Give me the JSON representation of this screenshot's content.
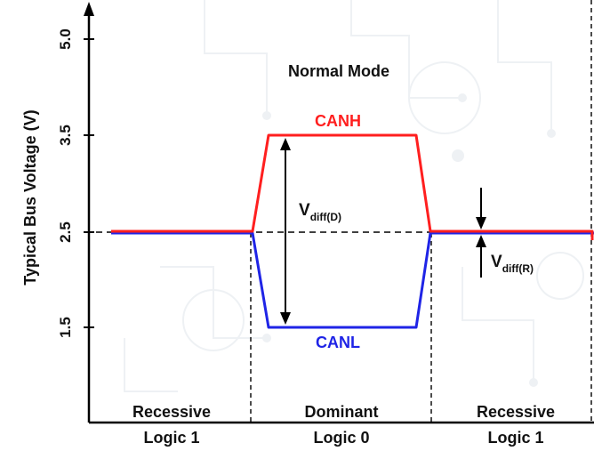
{
  "title": "Normal Mode",
  "y_axis_label": "Typical Bus Voltage (V)",
  "y_ticks": [
    "5.0",
    "3.5",
    "2.5",
    "1.5"
  ],
  "signals": {
    "canh": {
      "label": "CANH",
      "color": "#ff1f1f"
    },
    "canl": {
      "label": "CANL",
      "color": "#1f24e6"
    }
  },
  "annotations": {
    "vdiff_dominant": {
      "main": "V",
      "sub": "diff(D)"
    },
    "vdiff_recessive": {
      "main": "V",
      "sub": "diff(R)"
    }
  },
  "regions": [
    {
      "state": "Recessive",
      "logic": "Logic 1"
    },
    {
      "state": "Dominant",
      "logic": "Logic 0"
    },
    {
      "state": "Recessive",
      "logic": "Logic 1"
    }
  ],
  "chart_data": {
    "type": "line",
    "y_ticks": [
      5.0,
      3.5,
      2.5,
      1.5
    ],
    "ylabel": "Typical Bus Voltage (V)",
    "series": [
      {
        "name": "CANH",
        "dominant_v": 3.5,
        "recessive_v": 2.5,
        "color": "#ff1f1f"
      },
      {
        "name": "CANL",
        "dominant_v": 1.5,
        "recessive_v": 2.5,
        "color": "#1f24e6"
      }
    ],
    "reference_level": 2.5
  }
}
